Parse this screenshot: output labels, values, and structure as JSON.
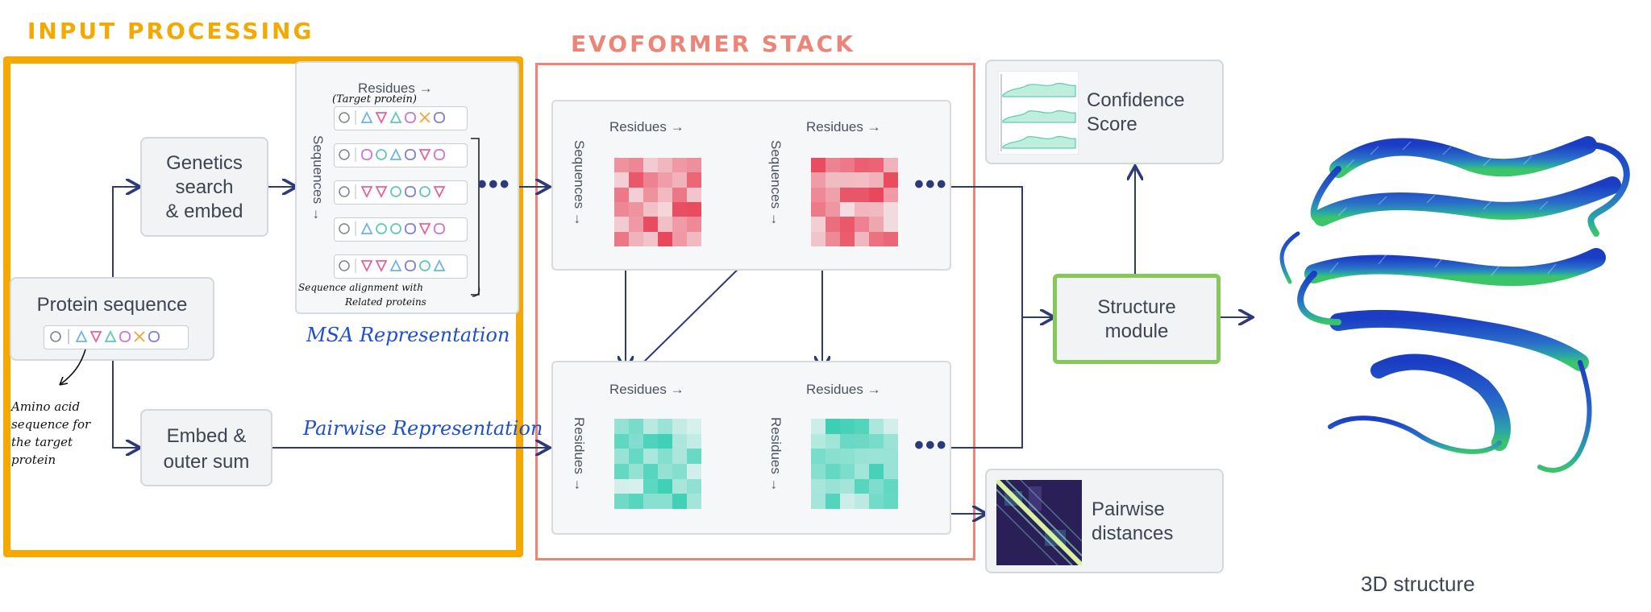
{
  "sections": {
    "input_processing": "INPUT PROCESSING",
    "evoformer_stack": "EVOFORMER STACK"
  },
  "nodes": {
    "protein_sequence": "Protein sequence",
    "genetics_search": "Genetics\nsearch\n& embed",
    "embed_outer_sum": "Embed &\nouter sum",
    "structure_module": "Structure\nmodule",
    "confidence_score": "Confidence\nScore",
    "pairwise_distances": "Pairwise\ndistances",
    "structure_3d": "3D structure"
  },
  "msa": {
    "residues_header": "Residues →",
    "sequences_label": "Sequences →",
    "target_note": "(Target protein)",
    "alignment_note_1": "Sequence alignment with",
    "alignment_note_2": "Related proteins"
  },
  "evo_panels": {
    "residues_header": "Residues →",
    "sequences_label": "Sequences →",
    "residues_label": "Residues →",
    "ellipsis": "•••"
  },
  "annotations": {
    "msa_representation": "MSA Representation",
    "pairwise_representation": "Pairwise Representation",
    "amino_acid_note": "Amino acid\nsequence for\nthe target\nprotein"
  },
  "colors": {
    "input_processing": "#F5A800",
    "evoformer": "#EE8377",
    "structure_border": "#86C95A",
    "arrow": "#2D3A7A",
    "msa_heat": "#E8455A",
    "pair_heat": "#3CCFB4",
    "handwriting_blue": "#1F4FCF"
  }
}
